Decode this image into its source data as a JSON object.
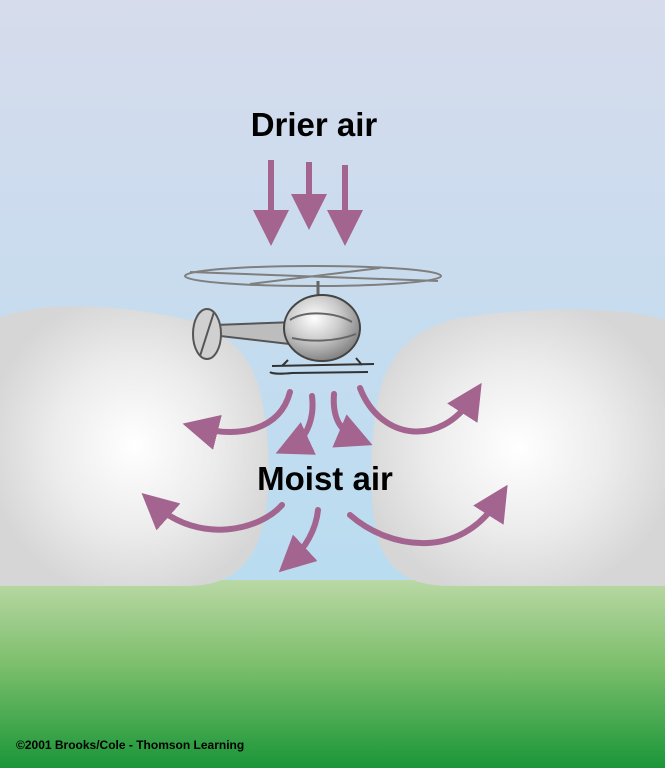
{
  "labels": {
    "drier_air": "Drier air",
    "moist_air": "Moist air"
  },
  "credit": "©2001 Brooks/Cole - Thomson Learning",
  "colors": {
    "sky_top": "#d4dbeb",
    "sky_bottom": "#bcdcf0",
    "cloud": "#e6e6e6",
    "ground_light": "#b9d7a4",
    "ground_dark": "#1f9a3a",
    "arrow": "#a3648f",
    "helicopter": "#c8c8c8"
  },
  "icons": [
    "helicopter-icon",
    "down-arrow-icon",
    "curved-arrow-icon"
  ]
}
